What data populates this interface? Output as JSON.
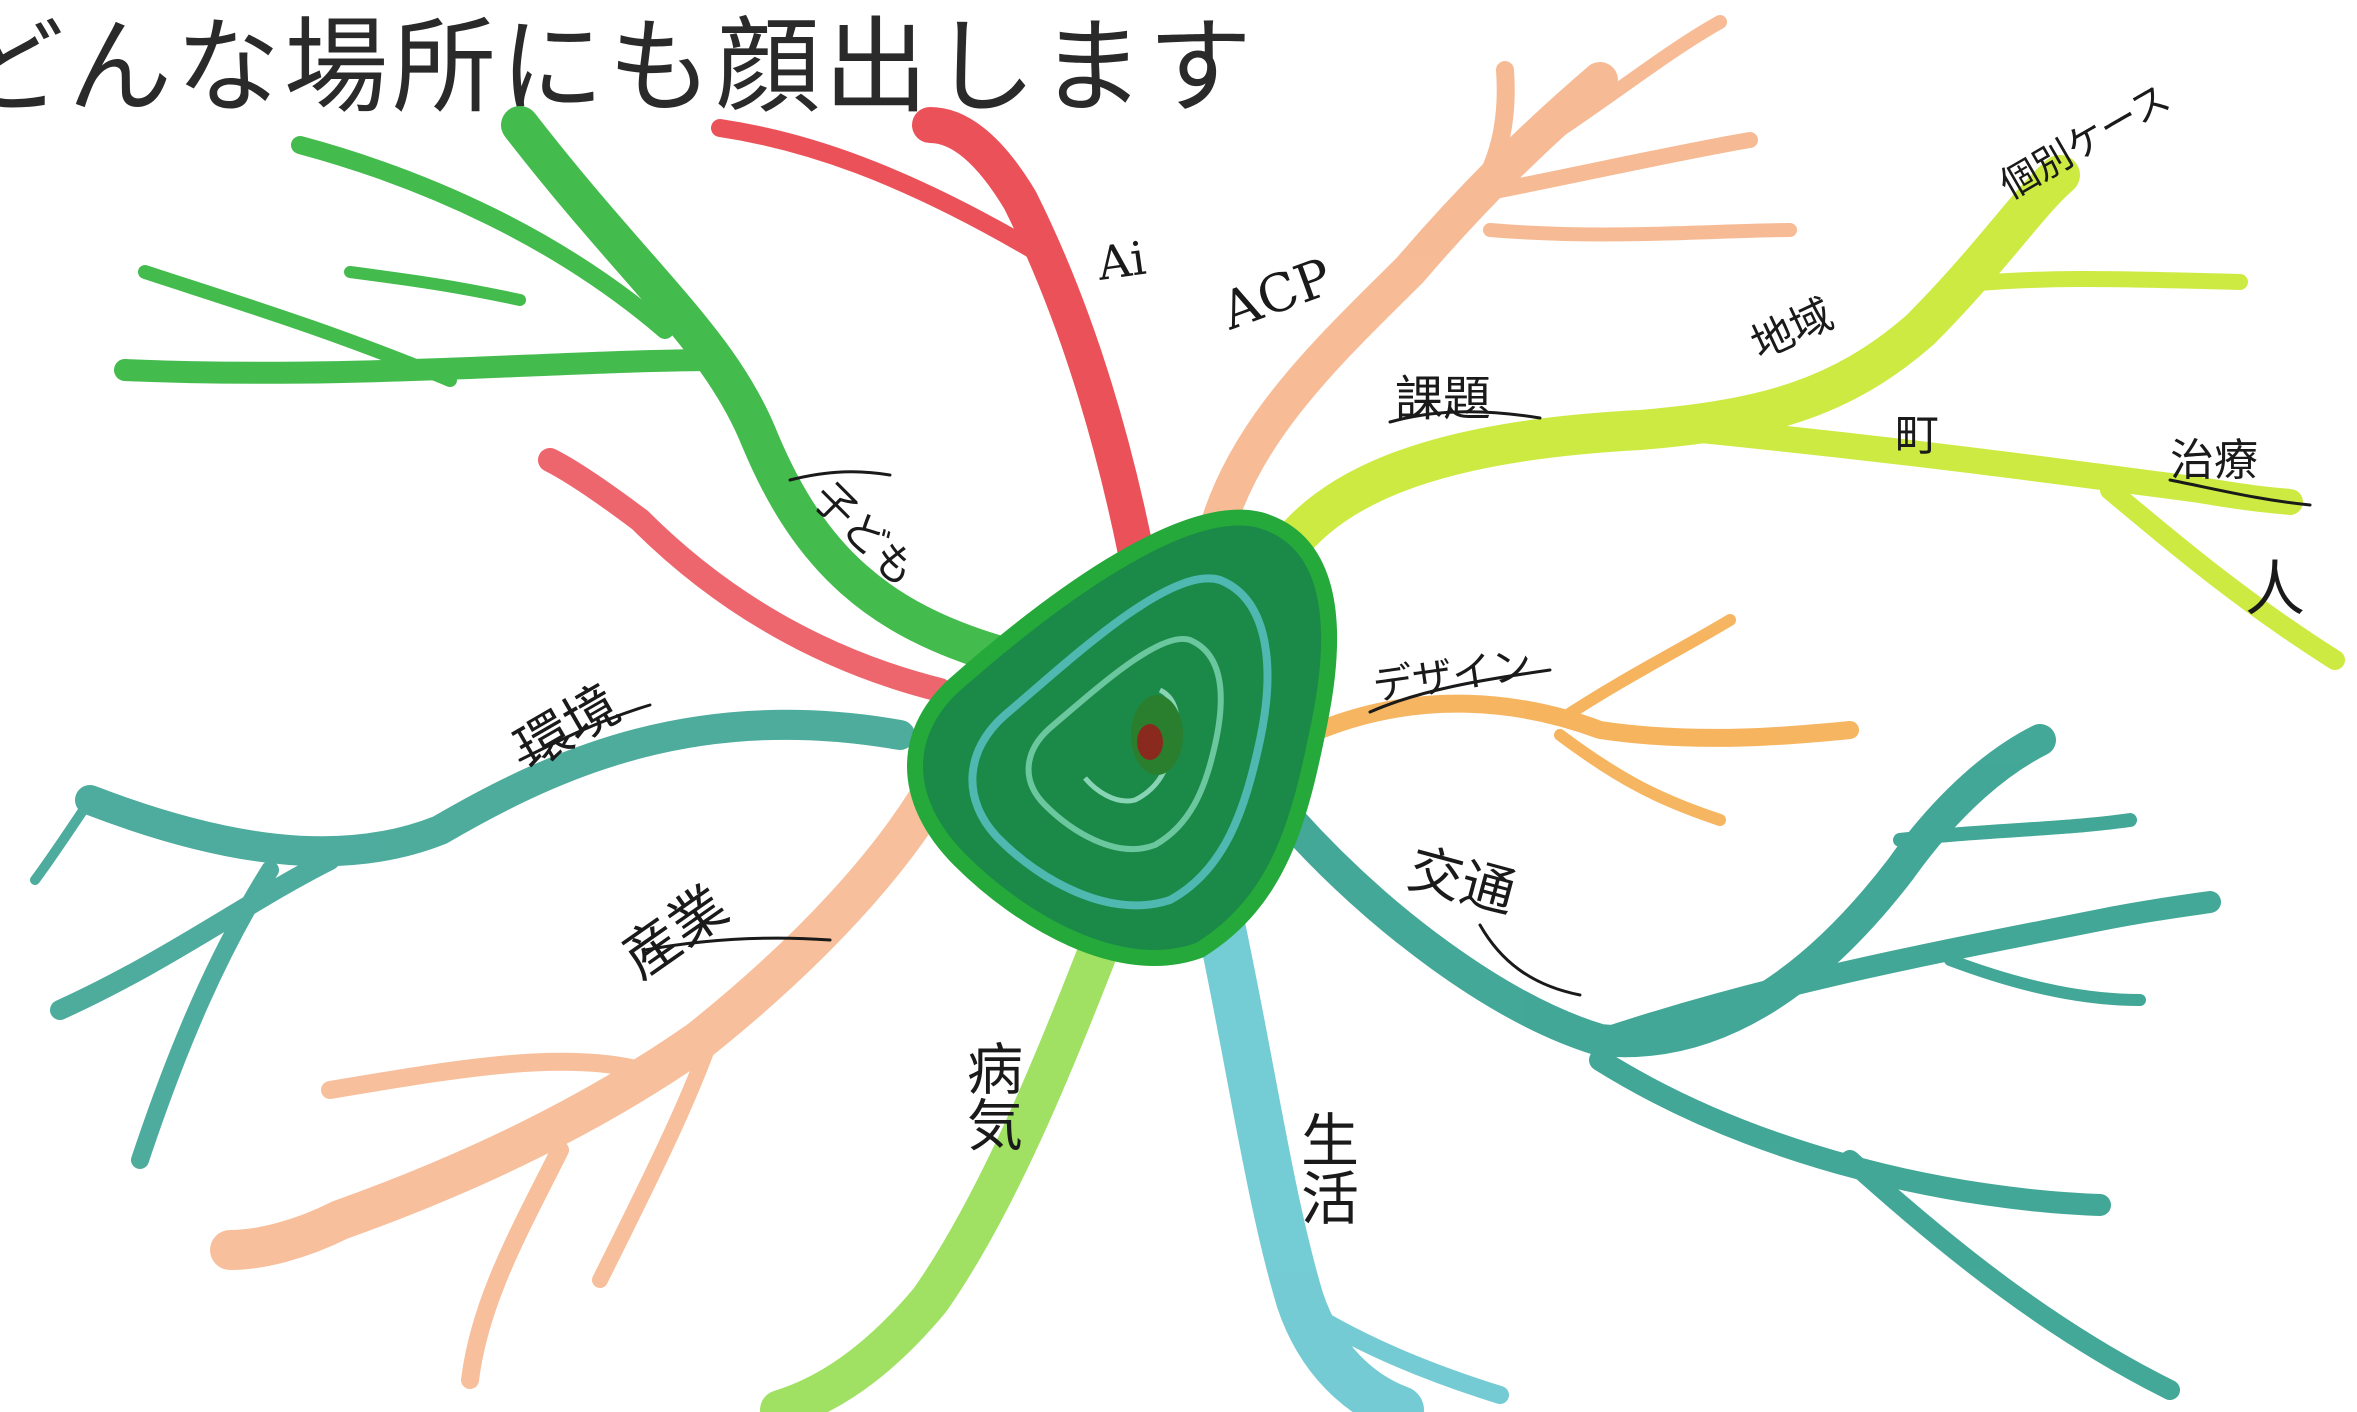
{
  "page": {
    "heading": "どんな場所にも顔出します"
  },
  "mind_map": {
    "center": {
      "description": "hand-painted green rounded triangle with concentric strokes and a small red core"
    },
    "branches": [
      {
        "id": "kodomo",
        "label": "子ども",
        "color": "#2fb43a"
      },
      {
        "id": "ai",
        "label": "Ai",
        "color": "#e8333c"
      },
      {
        "id": "acp",
        "label": "ACP",
        "color": "#f6b48a"
      },
      {
        "id": "kadai",
        "label": "課題",
        "color": "#c8e82e",
        "sub_labels": [
          "地域",
          "町",
          "個別ケース",
          "治療",
          "人"
        ]
      },
      {
        "id": "design",
        "label": "デザイン",
        "color": "#f5a844"
      },
      {
        "id": "koutsu",
        "label": "交通",
        "color": "#2f9e8c"
      },
      {
        "id": "seikatsu",
        "label": "生活",
        "color": "#5cc3cc"
      },
      {
        "id": "byouki",
        "label": "病気",
        "color": "#8fdc48"
      },
      {
        "id": "sangyo",
        "label": "産業",
        "color": "#f6b48a"
      },
      {
        "id": "kankyo",
        "label": "環境",
        "color": "#2f9e8c"
      },
      {
        "id": "red-left",
        "label": "",
        "color": "#e8333c"
      }
    ]
  }
}
